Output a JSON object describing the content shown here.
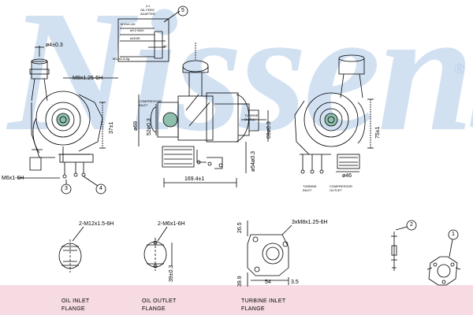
{
  "watermark": {
    "brand": "Nissens",
    "registered_mark": "®"
  },
  "top_left_view": {
    "diameter_callout": "ø4±0.3",
    "thread_top": "M8x1.25-6H",
    "thread_bottom": "M6x1-6H",
    "dim_vertical": "37±1",
    "callout_3": "3",
    "callout_4": "4"
  },
  "center_view": {
    "oil_feed_label_line1": "2:1",
    "oil_feed_label_line2": "OIL FEED",
    "oil_feed_label_line3": "ADAPTER",
    "thread_1": "M10x1-6H",
    "diameter_1": "ø9.2 MAX",
    "diameter_2": "ø18.85",
    "dim_40": "40",
    "thread_2": "M12x1.5-6g",
    "compressor_inlet_line1": "COMPRESSOR",
    "compressor_inlet_line2": "INLET",
    "turbine_outlet_line1": "TURBINE",
    "turbine_outlet_line2": "OUTLET",
    "dia_69": "ø69",
    "dia_52": "52ø0.3",
    "dia_69_03": "69ø0.3",
    "dia_54": "ø54ø0.3",
    "length": "169.4±1",
    "callout_5": "5"
  },
  "right_view": {
    "dim_vertical": "75±1",
    "dia_46": "ø46",
    "turbine_inlet_line1": "TURBINE",
    "turbine_inlet_line2": "INLET",
    "compressor_outlet_line1": "COMPRESSOR",
    "compressor_outlet_line2": "OUTLET"
  },
  "flanges": {
    "oil_inlet": {
      "thread": "2-M12x1.5-6H",
      "caption_line1": "OIL INLET",
      "caption_line2": "FLANGE"
    },
    "oil_outlet": {
      "thread": "2-M6x1-6H",
      "dim": "39±0.3",
      "caption_line1": "OIL OUTLET",
      "caption_line2": "FLANGE"
    },
    "turbine_inlet": {
      "thread": "3xM8x1.25-6H",
      "dim_26_5": "26.5",
      "dim_39_9": "39.9",
      "dim_54": "54",
      "dim_3_5": "3.5",
      "caption_line1": "TURBINE INLET",
      "caption_line2": "FLANGE"
    }
  },
  "accessories": {
    "callout_2": "2",
    "callout_1": "1"
  }
}
